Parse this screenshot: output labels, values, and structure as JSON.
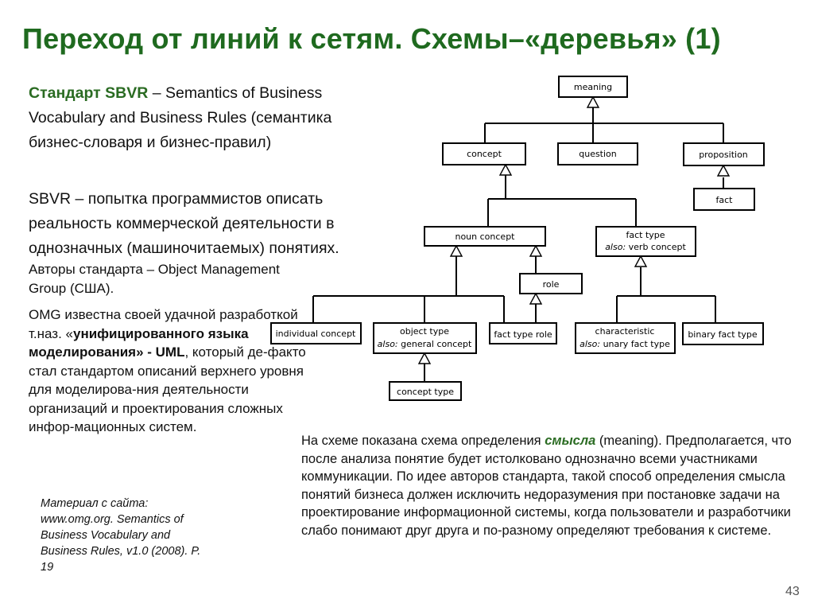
{
  "slide": {
    "title": "Переход от линий к сетям. Схемы–«деревья» (1)",
    "p1": {
      "strong": "Стандарт SBVR",
      "rest": " – Semantics of Business Vocabulary and Business Rules (семантика бизнес-словаря и бизнес-правил)"
    },
    "p2": "SBVR – попытка программистов описать реальность коммерческой деятельности в однозначных (машиночитаемых) понятиях.",
    "p3": "Авторы стандарта – Object Management Group (США).",
    "p4": {
      "a": "OMG известна своей удачной разработкой т.наз. «",
      "b": "унифицированного языка моделирования» - UML",
      "c": ", который де-факто стал стандартом описаний верхнего уровня для моделирова-ния деятельности организаций и проектирования сложных инфор-мационных систем."
    },
    "source": "Материал с сайта: www.omg.org. Semantics of Business Vocabulary and Business Rules, v1.0 (2008). P. 19",
    "explanation": {
      "a": "На схеме показана схема определения ",
      "hl": "смысла",
      "b": " (meaning). Предполагается, что после анализа понятие будет истолковано однозначно всеми участниками коммуникации. По идее авторов стандарта, такой способ определения смысла понятий бизнеса должен исключить недоразумения при постановке задачи на проектирование информационной системы, когда пользователи и разработчики слабо понимают друг друга и по-разному определяют требования к системе."
    },
    "page_number": "43"
  },
  "diagram": {
    "nodes": {
      "meaning": "meaning",
      "concept": "concept",
      "question": "question",
      "proposition": "proposition",
      "fact": "fact",
      "noun_concept": "noun concept",
      "fact_type": {
        "label": "fact type",
        "alias_prefix": "also:",
        "alias": " verb concept"
      },
      "role": "role",
      "individual_concept": "individual concept",
      "object_type": {
        "label": "object type",
        "alias_prefix": "also:",
        "alias": " general concept"
      },
      "fact_type_role": "fact type role",
      "characteristic": {
        "label": "characteristic",
        "alias_prefix": "also:",
        "alias": " unary fact type"
      },
      "binary_fact_type": "binary fact type",
      "concept_type": "concept type"
    }
  }
}
